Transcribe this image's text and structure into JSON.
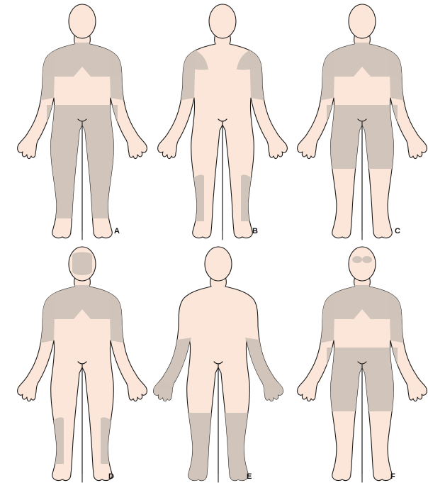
{
  "colors": {
    "skin": "#fbe6d9",
    "affected": "#cfc3b9",
    "outline": "#1a1a1a",
    "background": "#ffffff"
  },
  "panels": [
    {
      "label": "A",
      "regions": [
        "shoulders",
        "upper-arms",
        "thighs",
        "lower-legs-front"
      ]
    },
    {
      "label": "B",
      "regions": [
        "shoulder-patch-left",
        "shoulder-patch-right",
        "upper-arms",
        "lower-legs-back"
      ]
    },
    {
      "label": "C",
      "regions": [
        "shoulders",
        "upper-arms",
        "thighs"
      ]
    },
    {
      "label": "D",
      "regions": [
        "face",
        "shoulders",
        "upper-arms",
        "lower-legs-back"
      ]
    },
    {
      "label": "E",
      "regions": [
        "forearms",
        "hands",
        "lower-legs",
        "feet"
      ]
    },
    {
      "label": "F",
      "regions": [
        "eyes",
        "shoulders",
        "upper-arms",
        "thighs"
      ]
    }
  ]
}
